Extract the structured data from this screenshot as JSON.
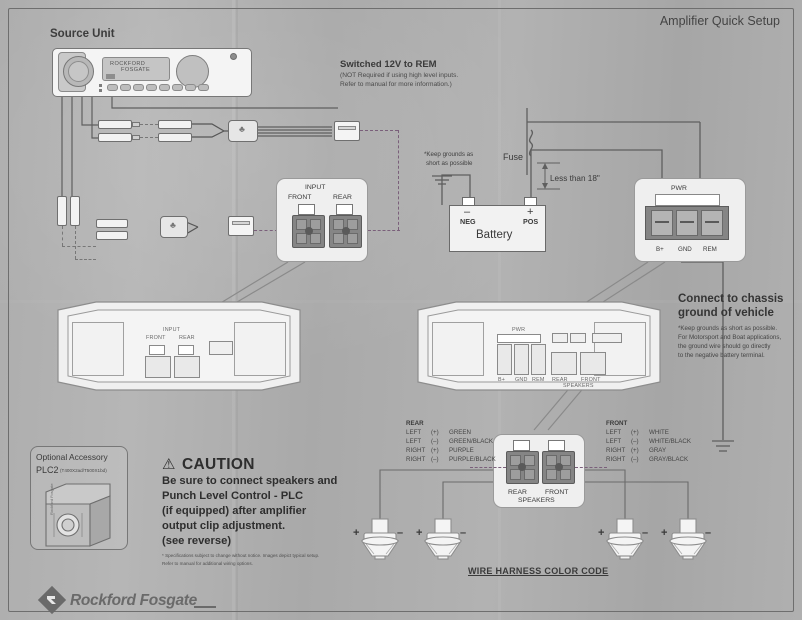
{
  "page": {
    "header_title": "Amplifier Quick Setup",
    "brand": "Rockford Fosgate",
    "brand_mark": "RF"
  },
  "source_unit": {
    "label": "Source Unit",
    "display_line1": "ROCKFORD",
    "display_line2": "FOSGATE"
  },
  "rem_note": {
    "title": "Switched 12V to REM",
    "line1": "(NOT Required if using high level inputs.",
    "line2": "Refer to manual for more information.)"
  },
  "battery": {
    "label": "Battery",
    "neg_sign": "–",
    "neg_label": "NEG",
    "pos_sign": "+",
    "pos_label": "POS",
    "fuse_label": "Fuse",
    "distance_label": "Less than 18\"",
    "ground_note_line1": "*Keep grounds as",
    "ground_note_line2": "short as possible"
  },
  "input_callout": {
    "title": "INPUT",
    "left_label": "FRONT",
    "right_label": "REAR"
  },
  "power_callout": {
    "title": "PWR",
    "terminals": [
      "B+",
      "GND",
      "REM"
    ]
  },
  "chassis_ground": {
    "title_line1": "Connect to chassis",
    "title_line2": "ground of vehicle",
    "note_line1": "*Keep grounds as short as possible.",
    "note_line2": "For Motorsport and Boat applications,",
    "note_line3": "the ground wire should go directly",
    "note_line4": "to the negative battery terminal."
  },
  "speaker_callout": {
    "left_label": "REAR",
    "right_label": "FRONT",
    "bottom_label": "SPEAKERS"
  },
  "amplifier": {
    "input_title": "INPUT",
    "input_front": "FRONT",
    "input_rear": "REAR",
    "pwr_title": "PWR",
    "pwr_terminals": [
      "B+",
      "GND",
      "REM"
    ],
    "spk_rear": "REAR",
    "spk_front": "FRONT",
    "spk_sub": "SPEAKERS"
  },
  "harness": {
    "title": "WIRE HARNESS COLOR CODE",
    "rear": {
      "group": "REAR",
      "rows": [
        {
          "channel": "LEFT",
          "polarity": "(+)",
          "color": "GREEN"
        },
        {
          "channel": "LEFT",
          "polarity": "(–)",
          "color": "GREEN/BLACK"
        },
        {
          "channel": "RIGHT",
          "polarity": "(+)",
          "color": "PURPLE"
        },
        {
          "channel": "RIGHT",
          "polarity": "(–)",
          "color": "PURPLE/BLACK"
        }
      ]
    },
    "front": {
      "group": "FRONT",
      "rows": [
        {
          "channel": "LEFT",
          "polarity": "(+)",
          "color": "WHITE"
        },
        {
          "channel": "LEFT",
          "polarity": "(–)",
          "color": "WHITE/BLACK"
        },
        {
          "channel": "RIGHT",
          "polarity": "(+)",
          "color": "GRAY"
        },
        {
          "channel": "RIGHT",
          "polarity": "(–)",
          "color": "GRAY/BLACK"
        }
      ]
    }
  },
  "accessory": {
    "label": "Optional Accessory",
    "model": "PLC2",
    "model_fitment": "(T400X2ad/T500X1bd)"
  },
  "caution": {
    "heading": "CAUTION",
    "warning_glyph": "⚠",
    "line1": "Be sure to connect speakers and",
    "line2": "Punch Level Control - PLC",
    "line3": "(if equipped) after amplifier",
    "line4": "output clip adjustment.",
    "line5": "(see reverse)",
    "fineprint_line1": "* Specifications subject to change without notice. Images depict typical setup.",
    "fineprint_line2": "Refer to manual for additional wiring options."
  },
  "speakers": {
    "plus": "+",
    "minus": "–"
  }
}
